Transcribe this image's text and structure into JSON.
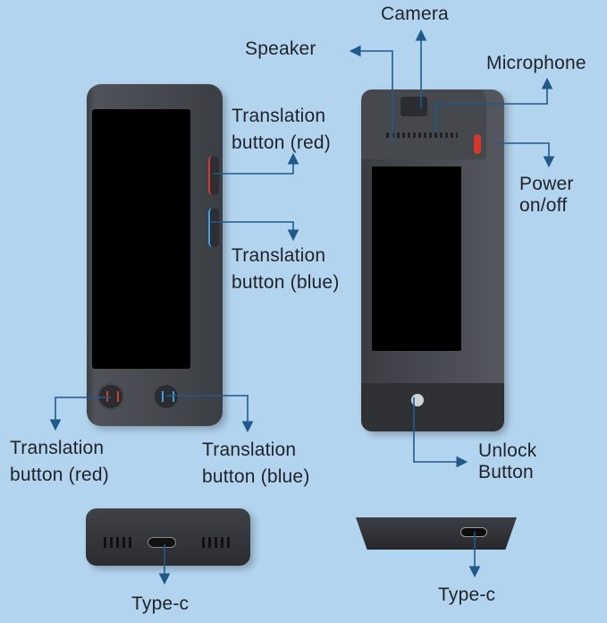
{
  "labels": {
    "camera": "Camera",
    "speaker": "Speaker",
    "microphone": "Microphone",
    "translation_red_side": [
      "Translation",
      "button (red)"
    ],
    "translation_blue_side": [
      "Translation",
      "button (blue)"
    ],
    "power": [
      "Power",
      "on/off"
    ],
    "translation_red_front": [
      "Translation",
      "button (red)"
    ],
    "translation_blue_front": [
      "Translation",
      "button (blue)"
    ],
    "unlock": [
      "Unlock",
      "Button"
    ],
    "type_c_left": "Type-c",
    "type_c_right": "Type-c"
  },
  "colors": {
    "background": "#b3d4ef",
    "leader_line": "#1f5a8a",
    "device_body": "#3b3e43",
    "red_button": "#d33a2c",
    "blue_button": "#3ea1e6"
  }
}
